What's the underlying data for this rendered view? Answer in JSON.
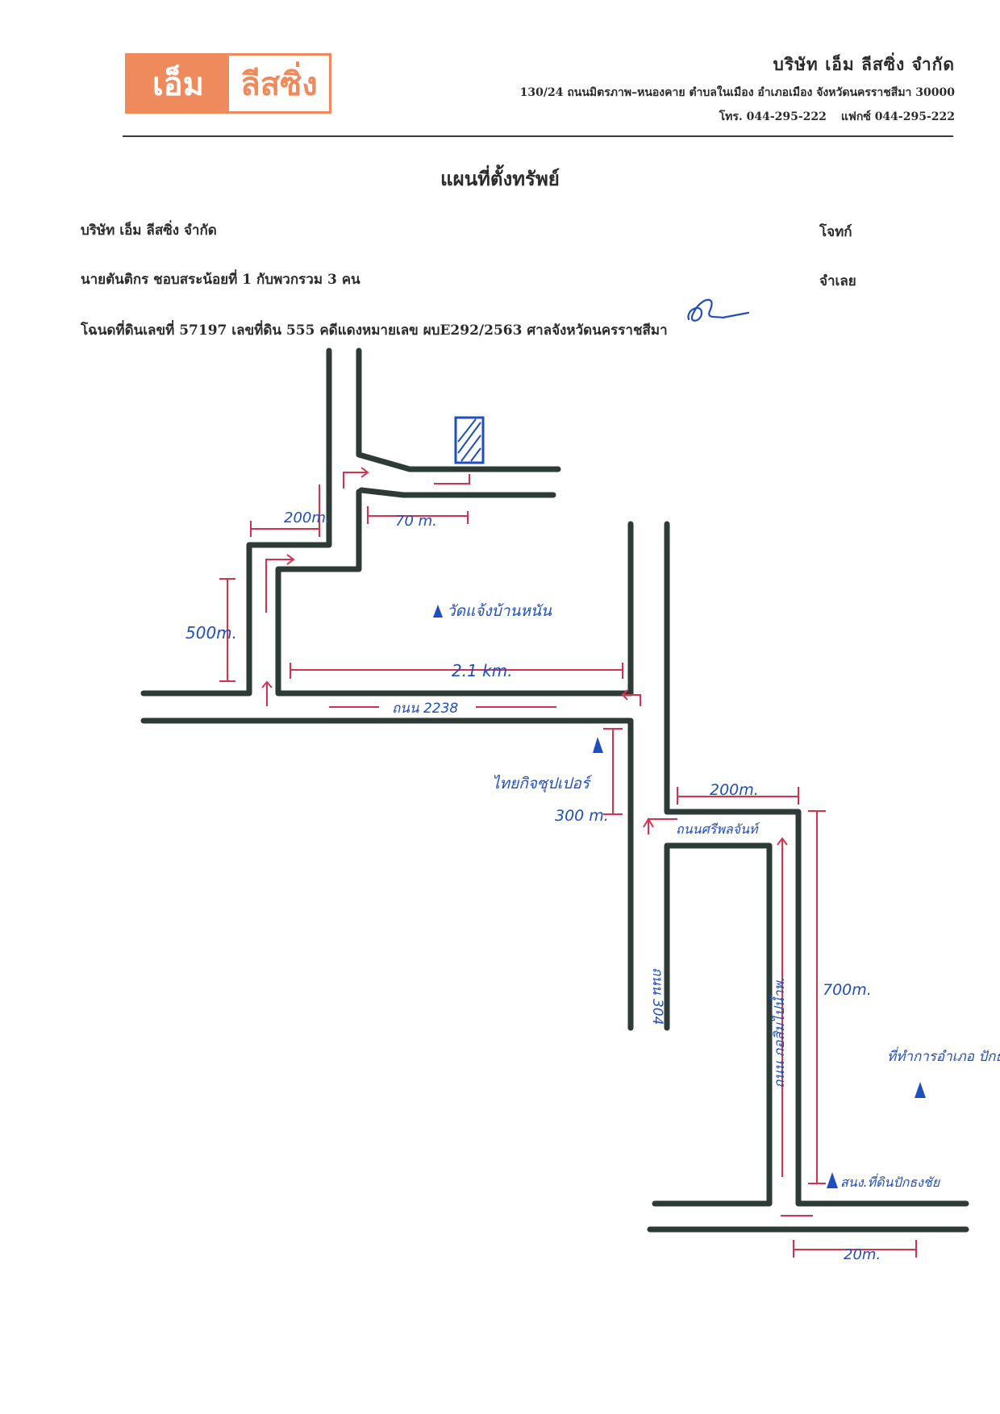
{
  "header": {
    "logo_left": "เอ็ม",
    "logo_right": "ลีสซิ่ง",
    "company_name": "บริษัท เอ็ม ลีสซิ่ง จำกัด",
    "address": "130/24 ถนนมิตรภาพ–หนองคาย ตำบลในเมือง อำเภอเมือง จังหวัดนครราชสีมา 30000",
    "tel": "โทร. 044-295-222",
    "fax": "แฟกซ์ 044-295-222"
  },
  "document": {
    "title": "แผนที่ตั้งทรัพย์",
    "plaintiff": "บริษัท เอ็ม ลีสซิ่ง จำกัด",
    "plaintiff_role": "โจทก์",
    "defendant": "นายตันติกร ชอบสระน้อยที่ 1 กับพวกรวม 3 คน",
    "defendant_role": "จำเลย",
    "deed_line": "โฉนดที่ดินเลขที่ 57197 เลขที่ดิน 555 คดีแดงหมายเลข ผบE292/2563 ศาลจังหวัดนครราชสีมา"
  },
  "map": {
    "distances": {
      "d1": "200m.",
      "d2": "70 m.",
      "d3": "500m.",
      "d4": "2.1 km.",
      "d5": "300 m.",
      "d6": "200m.",
      "d7": "700m.",
      "d8": "20m."
    },
    "roads": {
      "r1": "ถนน 2238",
      "r2": "ถนนศรีพลจันท์",
      "r3": "ถนน 304",
      "r4": "ถนน กอสิมไปน้ำพ."
    },
    "landmarks": {
      "temple": "วัดแจ้งบ้านหนัน",
      "mart": "ไทยกิจซุปเปอร์",
      "district": "ที่ทำการอำเภอ ปักธงชัย",
      "land_office": "สนง.ที่ดินปักธงชัย"
    },
    "colors": {
      "road": "#2e3a36",
      "measure": "#d6314f",
      "annotation": "#1f4fbf"
    }
  }
}
